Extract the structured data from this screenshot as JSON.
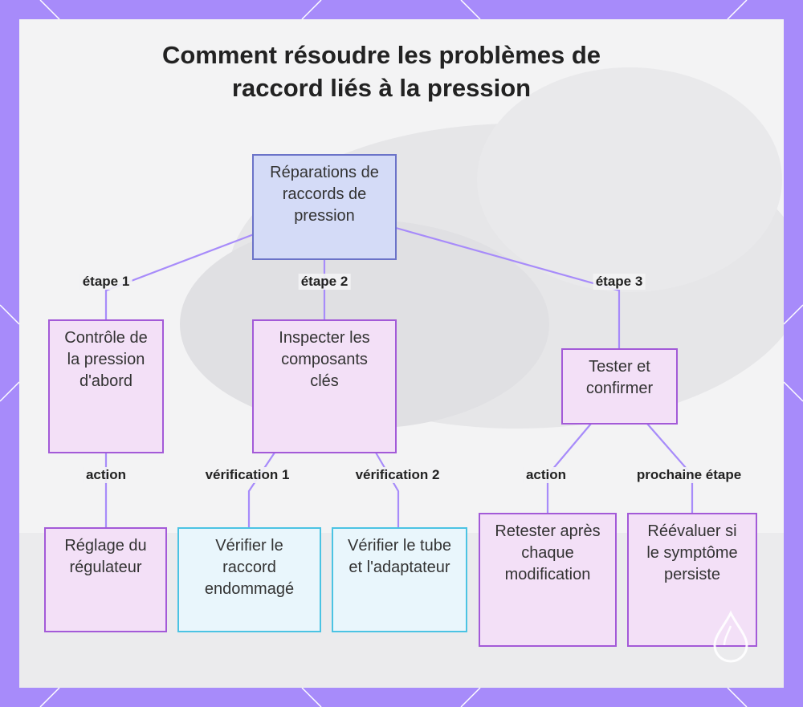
{
  "title": "Comment résoudre les problèmes de raccord liés à la pression",
  "nodes": {
    "root": "Réparations de raccords de pression",
    "pressure_check": "Contrôle de la pression d'abord",
    "inspect": "Inspecter les composants clés",
    "test": "Tester et confirmer",
    "regulator": "Réglage du régulateur",
    "check_fitting": "Vérifier le raccord endommagé",
    "check_tube": "Vérifier le tube et l'adaptateur",
    "retest": "Retester après chaque modification",
    "reevaluate": "Réévaluer si le symptôme persiste"
  },
  "edge_labels": {
    "step1": "étape 1",
    "step2": "étape 2",
    "step3": "étape 3",
    "action1": "action",
    "verif1": "vérification 1",
    "verif2": "vérification 2",
    "action2": "action",
    "next_step": "prochaine étape"
  },
  "colors": {
    "frame": "#a78bfa",
    "edge": "#a78bfa",
    "root_fill": "#d4dbf7",
    "root_border": "#6b73c8",
    "step_fill": "#f3e0f7",
    "step_border": "#a35ad8",
    "check_fill": "#e9f6fc",
    "check_border": "#4bc3e3"
  }
}
